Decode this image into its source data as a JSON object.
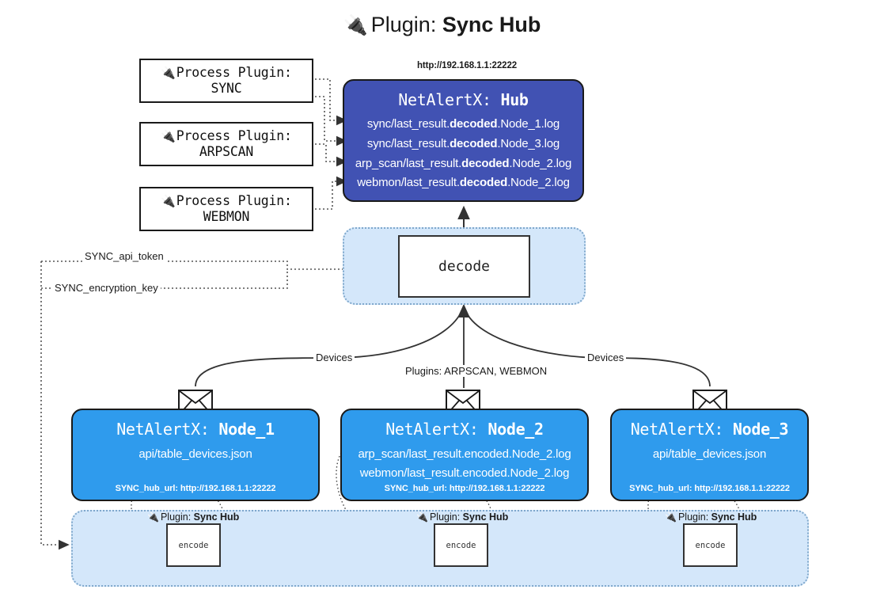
{
  "title": {
    "icon": "plug-icon",
    "prefix": "Plugin: ",
    "name": "Sync Hub"
  },
  "process_plugins": [
    {
      "icon": "plug-icon",
      "line1": "Process Plugin:",
      "line2": "SYNC"
    },
    {
      "icon": "plug-icon",
      "line1": "Process Plugin:",
      "line2": "ARPSCAN"
    },
    {
      "icon": "plug-icon",
      "line1": "Process Plugin:",
      "line2": "WEBMON"
    }
  ],
  "hub": {
    "url": "http://192.168.1.1:22222",
    "title_prefix": "NetAlertX: ",
    "title_name": "Hub",
    "color": "#4152b3",
    "lines": [
      {
        "pre": "sync/last_result.",
        "em": "decoded",
        "post": ".Node_1.log"
      },
      {
        "pre": "sync/last_result.",
        "em": "decoded",
        "post": ".Node_3.log"
      },
      {
        "pre": "arp_scan/last_result.",
        "em": "decoded",
        "post": ".Node_2.log"
      },
      {
        "pre": "webmon/last_result.",
        "em": "decoded",
        "post": ".Node_2.log"
      }
    ]
  },
  "decode": {
    "label": "decode",
    "region_color": "#d4e7fa"
  },
  "nodes": [
    {
      "title_prefix": "NetAlertX: ",
      "title_name": "Node_1",
      "lines": [
        "api/table_devices.json"
      ],
      "footer": "SYNC_hub_url: http://192.168.1.1:22222",
      "envelope_icon": "envelope-icon",
      "color": "#2f9bed"
    },
    {
      "title_prefix": "NetAlertX: ",
      "title_name": "Node_2",
      "lines": [
        "arp_scan/last_result.encoded.Node_2.log",
        "webmon/last_result.encoded.Node_2.log"
      ],
      "footer": "SYNC_hub_url: http://192.168.1.1:22222",
      "envelope_icon": "envelope-icon",
      "color": "#2f9bed"
    },
    {
      "title_prefix": "NetAlertX: ",
      "title_name": "Node_3",
      "lines": [
        "api/table_devices.json"
      ],
      "footer": "SYNC_hub_url: http://192.168.1.1:22222",
      "envelope_icon": "envelope-icon",
      "color": "#2f9bed"
    }
  ],
  "encode_units": [
    {
      "icon": "plug-icon",
      "label_prefix": "Plugin: ",
      "label_name": "Sync Hub",
      "box": "encode"
    },
    {
      "icon": "plug-icon",
      "label_prefix": "Plugin: ",
      "label_name": "Sync Hub",
      "box": "encode"
    },
    {
      "icon": "plug-icon",
      "label_prefix": "Plugin: ",
      "label_name": "Sync Hub",
      "box": "encode"
    }
  ],
  "edge_labels": {
    "devices_left": "Devices",
    "devices_right": "Devices",
    "plugins_mid": "Plugins: ARPSCAN, WEBMON",
    "api_token": "SYNC_api_token",
    "encryption_key": "SYNC_encryption_key"
  }
}
